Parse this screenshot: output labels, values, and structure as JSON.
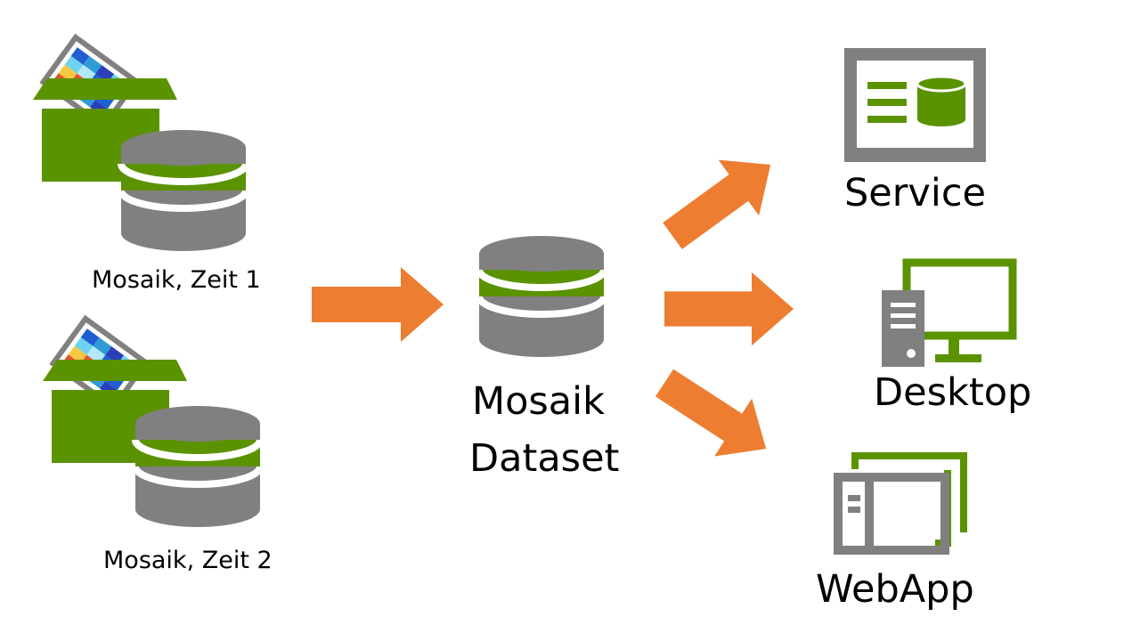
{
  "sources": [
    {
      "label": "Mosaik, Zeit 1"
    },
    {
      "label": "Mosaik, Zeit 2"
    }
  ],
  "center": {
    "line1": "Mosaik",
    "line2": "Dataset"
  },
  "outputs": [
    {
      "label": "Service",
      "icon": "service-icon"
    },
    {
      "label": "Desktop",
      "icon": "desktop-icon"
    },
    {
      "label": "WebApp",
      "icon": "webapp-icon"
    }
  ],
  "colors": {
    "green": "#5b9200",
    "gray": "#808080",
    "orange": "#ed7d31",
    "tile_colors": [
      "#1f5fd1",
      "#2f9bd6",
      "#6ed3f0",
      "#b3e9f6",
      "#f5c842",
      "#e8532b",
      "#2b3fb8"
    ]
  }
}
